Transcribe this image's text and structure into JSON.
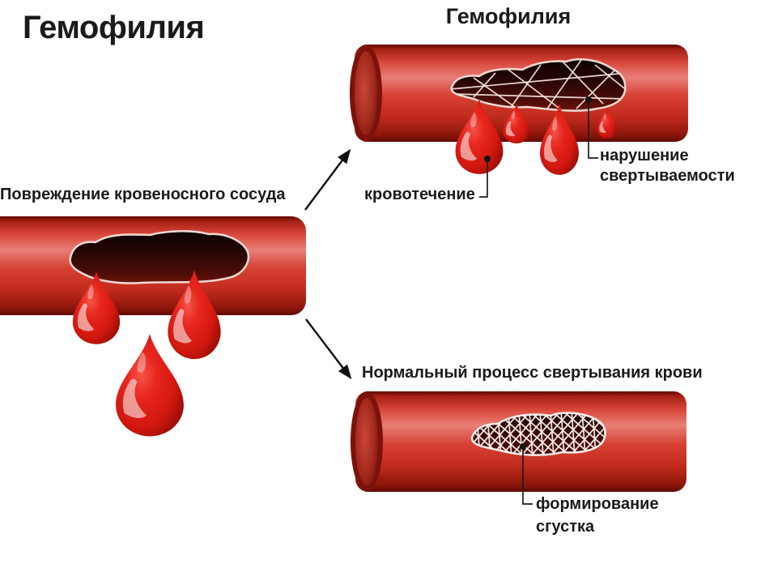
{
  "page": {
    "background": "#ffffff"
  },
  "colors": {
    "text_color": "#1a1a1a",
    "arrow_color": "#111111",
    "vessel_red": "#d8463a",
    "vessel_highlight": "#e87f76",
    "vessel_dark": "#5f0a04",
    "drop_red": "#e3211a",
    "wound_dark": "#1c0404",
    "fibrin_white": "#f6e7e3"
  },
  "main_title": "Гемофилия",
  "left_panel": {
    "label": "Повреждение кровеносного сосуда"
  },
  "hemophilia_panel": {
    "title": "Гемофилия",
    "annotations": {
      "bleeding": "кровотечение",
      "clotting_disorder": "нарушение свертываемости"
    }
  },
  "normal_panel": {
    "title": "Нормальный процесс свертывания крови",
    "annotations": {
      "clot_formation": "формирование сгустка"
    }
  }
}
